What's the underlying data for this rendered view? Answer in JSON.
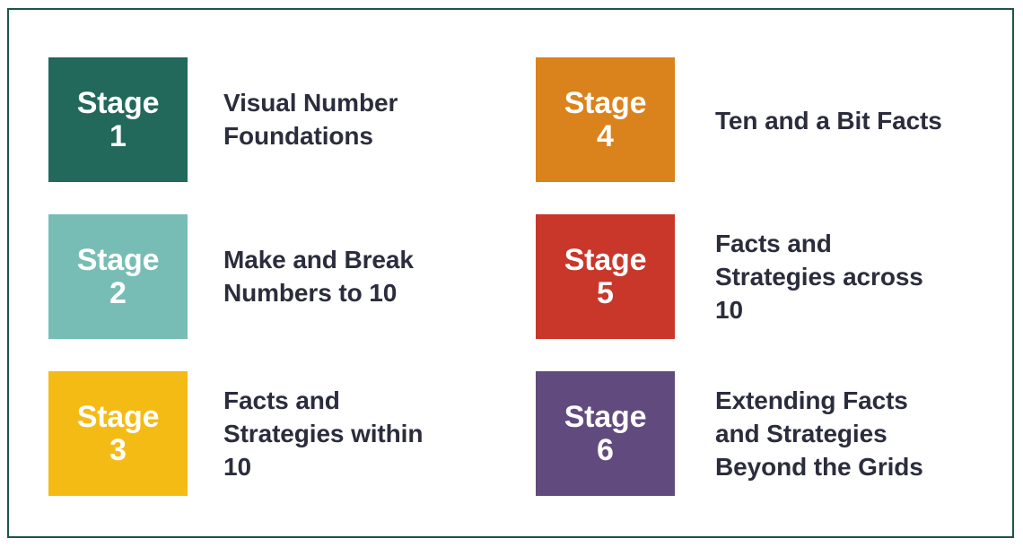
{
  "poster": {
    "border_color": "#1b5549",
    "background_color": "#ffffff",
    "title_text_color": "#2b2d3d",
    "badge_text_color": "#ffffff"
  },
  "stages": [
    {
      "badge_word": "Stage",
      "number": "1",
      "title": "Visual Number\nFoundations",
      "color": "#22685b",
      "column": "left",
      "row": 1,
      "title_lines": 2
    },
    {
      "badge_word": "Stage",
      "number": "2",
      "title": "Make and Break\nNumbers to 10",
      "color": "#77bdb5",
      "column": "left",
      "row": 2,
      "title_lines": 2
    },
    {
      "badge_word": "Stage",
      "number": "3",
      "title": "Facts and\nStrategies within\n10",
      "color": "#f5bb15",
      "column": "left",
      "row": 3,
      "title_lines": 3
    },
    {
      "badge_word": "Stage",
      "number": "4",
      "title": "Ten and a Bit Facts",
      "color": "#da821c",
      "column": "right",
      "row": 1,
      "title_lines": 1
    },
    {
      "badge_word": "Stage",
      "number": "5",
      "title": "Facts and\nStrategies across\n10",
      "color": "#c8372a",
      "column": "right",
      "row": 2,
      "title_lines": 3
    },
    {
      "badge_word": "Stage",
      "number": "6",
      "title": "Extending Facts\nand Strategies\nBeyond the Grids",
      "color": "#614a7e",
      "column": "right",
      "row": 3,
      "title_lines": 3
    }
  ]
}
